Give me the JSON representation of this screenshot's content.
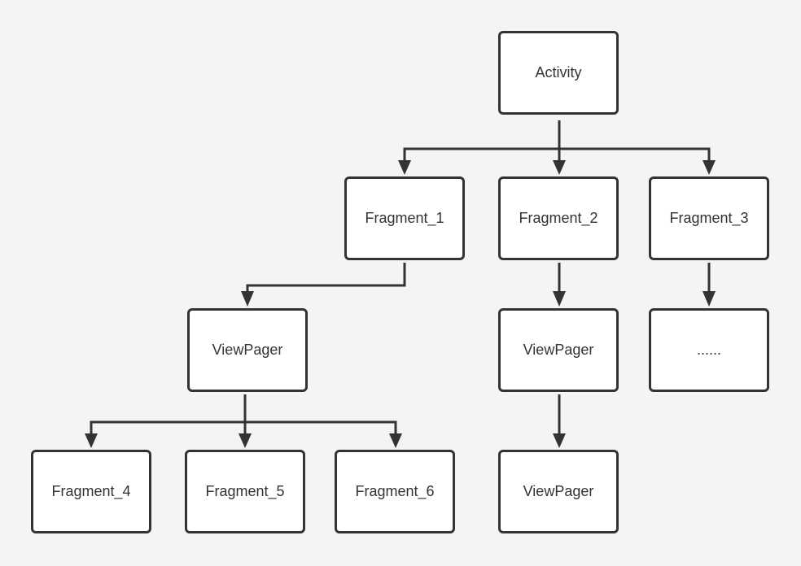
{
  "nodes": {
    "activity": "Activity",
    "fragment_1": "Fragment_1",
    "fragment_2": "Fragment_2",
    "fragment_3": "Fragment_3",
    "viewpager_a": "ViewPager",
    "viewpager_b": "ViewPager",
    "ellipsis": "......",
    "fragment_4": "Fragment_4",
    "fragment_5": "Fragment_5",
    "fragment_6": "Fragment_6",
    "viewpager_c": "ViewPager"
  },
  "edges": [
    {
      "from": "activity",
      "to": "fragment_1"
    },
    {
      "from": "activity",
      "to": "fragment_2"
    },
    {
      "from": "activity",
      "to": "fragment_3"
    },
    {
      "from": "fragment_1",
      "to": "viewpager_a"
    },
    {
      "from": "fragment_2",
      "to": "viewpager_b"
    },
    {
      "from": "fragment_3",
      "to": "ellipsis"
    },
    {
      "from": "viewpager_a",
      "to": "fragment_4"
    },
    {
      "from": "viewpager_a",
      "to": "fragment_5"
    },
    {
      "from": "viewpager_a",
      "to": "fragment_6"
    },
    {
      "from": "viewpager_b",
      "to": "viewpager_c"
    }
  ],
  "colors": {
    "background": "#f4f4f4",
    "node_fill": "#ffffff",
    "stroke": "#333333",
    "text": "#333333"
  }
}
